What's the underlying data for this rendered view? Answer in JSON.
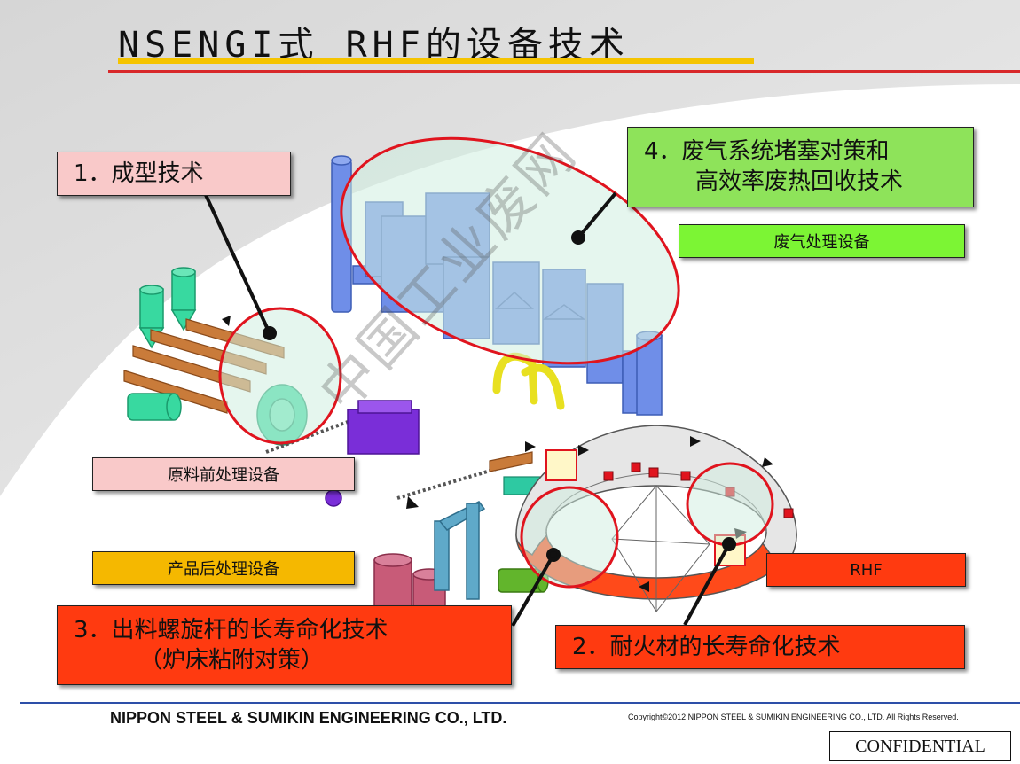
{
  "title": "NSENGI式 RHF的设备技术",
  "callouts": {
    "forming": "1．成型技术",
    "refractory": "2．耐火材的长寿命化技术",
    "screw_line1": "3．出料螺旋杆的长寿命化技术",
    "screw_line2": "（炉床粘附对策）",
    "exhaust_line1": "4．废气系统堵塞对策和",
    "exhaust_line2": "高效率废热回收技术"
  },
  "labels": {
    "exhaust_equipment": "废气处理设备",
    "raw_pretreatment": "原料前处理设备",
    "product_posttreatment": "产品后处理设备",
    "rhf": "RHF"
  },
  "watermark": "中国工业废网",
  "footer": {
    "company": "NIPPON STEEL & SUMIKIN ENGINEERING CO., LTD.",
    "copyright": "Copyright©2012 NIPPON STEEL & SUMIKIN ENGINEERING CO., LTD. All Rights Reserved.",
    "confidential": "CONFIDENTIAL"
  },
  "colors": {
    "title_accent": "#f5c400",
    "title_rule": "#d8282a",
    "callout_pink": "#f9c9c9",
    "callout_green": "#8ee35a",
    "callout_red": "#ff3a10",
    "label_orange": "#f5b800",
    "label_green": "#7cf534",
    "highlight_circle": "#e0141e",
    "highlight_fill": "#d6f0e2"
  }
}
